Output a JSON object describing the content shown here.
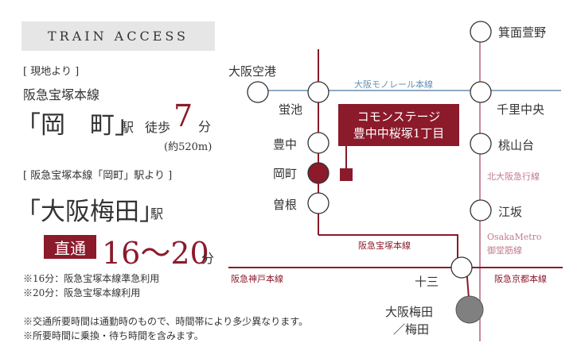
{
  "header": "TRAIN ACCESS",
  "left": {
    "from_site": "[ 現地より ]",
    "line1": "阪急宝塚本線",
    "station_quote": "「岡　町」",
    "eki": "駅",
    "walk_label": "徒歩",
    "walk_minutes": "7",
    "minute_unit": "分",
    "distance": "(約520m)",
    "from_okamachi": "[ 阪急宝塚本線「岡町」駅より ]",
    "dest_quote": "「大阪梅田」",
    "dest_eki": "駅",
    "direct_badge": "直通",
    "time_range": "16～20",
    "time_unit": "分",
    "notes": [
      "※16分：阪急宝塚本線準急利用",
      "※20分：阪急宝塚本線利用"
    ],
    "footnotes": [
      "※交通所要時間は通勤時のもので、時間帯により多少異なります。",
      "※所要時間に乗換・待ち時間を含みます。"
    ]
  },
  "map": {
    "stations": {
      "minoh": "箕面萱野",
      "osaka_airport": "大阪空港",
      "hotarugaike": "蛍池",
      "senri_chuo": "千里中央",
      "toyonaka": "豊中",
      "momoyamadai": "桃山台",
      "okamachi": "岡町",
      "sone": "曽根",
      "esaka": "江坂",
      "juso": "十三",
      "umeda_line1": "大阪梅田",
      "umeda_line2": "／梅田"
    },
    "lines": {
      "monorail": "大阪モノレール本線",
      "kita_osaka": "北大阪急行線",
      "takarazuka": "阪急宝塚本線",
      "kobe": "阪急神戸本線",
      "kyoto": "阪急京都本線",
      "metro_line1": "OsakaMetro",
      "metro_line2": "御堂筋線"
    },
    "callout_line1": "コモンステージ",
    "callout_line2": "豊中中桜塚1丁目",
    "colors": {
      "hankyu": "#8b1a2b",
      "kita_osaka": "#c17c8e",
      "monorail": "#8fa9c4"
    }
  }
}
